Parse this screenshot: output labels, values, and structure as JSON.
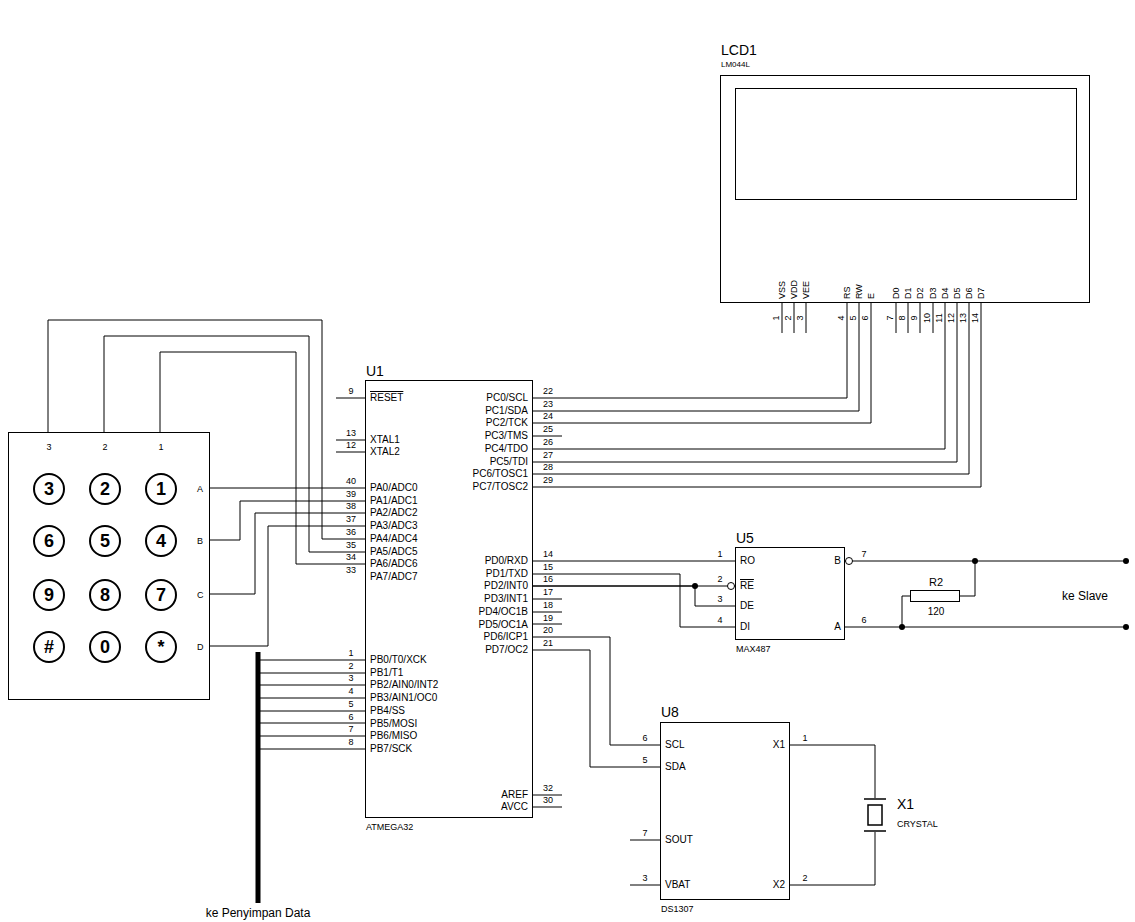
{
  "diagram": {
    "nodes": [
      {
        "text": [
          "3",
          "2",
          "1",
          "A",
          "B",
          "C",
          "D"
        ]
      },
      {
        "text": [
          "3"
        ],
        "in": 0
      },
      {
        "text": [
          "2"
        ],
        "in": 0
      },
      {
        "text": [
          "1"
        ],
        "in": 0
      },
      {
        "text": [
          "6"
        ],
        "in": 0
      },
      {
        "text": [
          "5"
        ],
        "in": 0
      },
      {
        "text": [
          "4"
        ],
        "in": 0
      },
      {
        "text": [
          "9"
        ],
        "in": 0
      },
      {
        "text": [
          "8"
        ],
        "in": 0
      },
      {
        "text": [
          "7"
        ],
        "in": 0
      },
      {
        "text": [
          "#"
        ],
        "in": 0
      },
      {
        "text": [
          "0"
        ],
        "in": 0
      },
      {
        "text": [
          "*"
        ],
        "in": 0
      },
      {
        "text": [
          "U1",
          "ATMEGA32"
        ]
      },
      {
        "text": [
          "LCD1",
          "LM044L"
        ]
      },
      {
        "text": [
          "U5",
          "MAX487"
        ]
      },
      {
        "text": [
          "R2",
          "120"
        ]
      },
      {
        "text": [
          "U8",
          "DS1307"
        ]
      },
      {
        "text": [
          "X1",
          "CRYSTAL"
        ]
      }
    ],
    "edges": [
      {
        "from": 0,
        "to": 13,
        "arrow": "none"
      },
      {
        "from": 0,
        "to": 13,
        "arrow": "none"
      },
      {
        "from": 0,
        "to": 13,
        "arrow": "none"
      },
      {
        "from": 0,
        "to": 13,
        "arrow": "none"
      },
      {
        "from": 0,
        "to": 13,
        "arrow": "none"
      },
      {
        "from": 0,
        "to": 13,
        "arrow": "none"
      },
      {
        "from": 0,
        "to": 13,
        "arrow": "none"
      },
      {
        "from": 13,
        "to": 14,
        "arrow": "none"
      },
      {
        "from": 13,
        "to": 14,
        "arrow": "none"
      },
      {
        "from": 13,
        "to": 14,
        "arrow": "none"
      },
      {
        "from": 13,
        "to": 14,
        "arrow": "none"
      },
      {
        "from": 13,
        "to": 14,
        "arrow": "none"
      },
      {
        "from": 13,
        "to": 14,
        "arrow": "none"
      },
      {
        "from": 13,
        "to": 14,
        "arrow": "none"
      },
      {
        "from": 13,
        "to": 15,
        "arrow": "none"
      },
      {
        "from": 13,
        "to": 15,
        "arrow": "none"
      },
      {
        "from": 13,
        "to": 15,
        "arrow": "none"
      },
      {
        "from": 13,
        "to": 15,
        "arrow": "none"
      },
      {
        "from": 15,
        "to": 16,
        "arrow": "none"
      },
      {
        "from": 15,
        "to": 16,
        "arrow": "none"
      },
      {
        "from": 13,
        "to": 17,
        "arrow": "none"
      },
      {
        "from": 13,
        "to": 17,
        "arrow": "none"
      },
      {
        "from": 17,
        "to": 18,
        "arrow": "none"
      },
      {
        "from": 17,
        "to": 18,
        "arrow": "none"
      }
    ],
    "labels": [
      "RESET",
      "XTAL1",
      "XTAL2",
      "PA0/ADC0",
      "PA1/ADC1",
      "PA2/ADC2",
      "PA3/ADC3",
      "PA4/ADC4",
      "PA5/ADC5",
      "PA6/ADC6",
      "PA7/ADC7",
      "PB0/T0/XCK",
      "PB1/T1",
      "PB2/AIN0/INT2",
      "PB3/AIN1/OC0",
      "PB4/SS",
      "PB5/MOSI",
      "PB6/MISO",
      "PB7/SCK",
      "9",
      "13",
      "12",
      "40",
      "39",
      "38",
      "37",
      "36",
      "35",
      "34",
      "33",
      "1",
      "2",
      "3",
      "4",
      "5",
      "6",
      "7",
      "8",
      "PC0/SCL",
      "PC1/SDA",
      "PC2/TCK",
      "PC3/TMS",
      "PC4/TDO",
      "PC5/TDI",
      "PC6/TOSC1",
      "PC7/TOSC2",
      "PD0/RXD",
      "PD1/TXD",
      "PD2/INT0",
      "PD3/INT1",
      "PD4/OC1B",
      "PD5/OC1A",
      "PD6/ICP1",
      "PD7/OC2",
      "AREF",
      "AVCC",
      "22",
      "23",
      "24",
      "25",
      "26",
      "27",
      "28",
      "29",
      "14",
      "15",
      "16",
      "17",
      "18",
      "19",
      "20",
      "21",
      "32",
      "30",
      "VSS",
      "VDD",
      "VEE",
      "RS",
      "RW",
      "E",
      "D0",
      "D1",
      "D2",
      "D3",
      "D4",
      "D5",
      "D6",
      "D7",
      "1",
      "2",
      "3",
      "4",
      "5",
      "6",
      "7",
      "8",
      "9",
      "10",
      "11",
      "12",
      "13",
      "14",
      "RO",
      "RE",
      "DE",
      "DI",
      "B",
      "A",
      "1",
      "2",
      "3",
      "4",
      "7",
      "6",
      "SCL",
      "SDA",
      "SOUT",
      "VBAT",
      "X1",
      "X2",
      "6",
      "5",
      "7",
      "3",
      "1",
      "2",
      "ke Slave",
      "ke Penyimpan Data"
    ]
  }
}
